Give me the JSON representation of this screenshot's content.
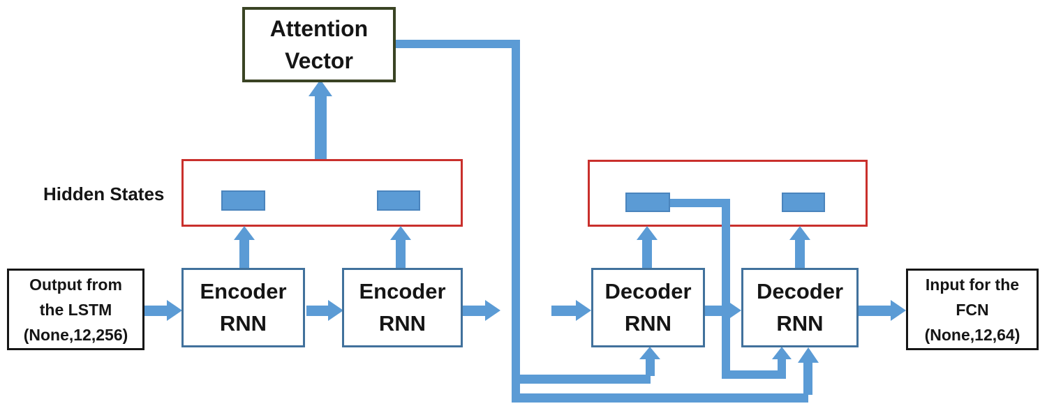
{
  "diagram": {
    "title_hint": "Attention encoder-decoder RNN diagram",
    "attention_box": {
      "line1": "Attention",
      "line2": "Vector"
    },
    "hidden_states_label": "Hidden States",
    "encoder1": {
      "line1": "Encoder",
      "line2": "RNN"
    },
    "encoder2": {
      "line1": "Encoder",
      "line2": "RNN"
    },
    "decoder1": {
      "line1": "Decoder",
      "line2": "RNN"
    },
    "decoder2": {
      "line1": "Decoder",
      "line2": "RNN"
    },
    "lstm_output_box": {
      "line1": "Output from",
      "line2": "the LSTM",
      "line3": "(None,12,256)"
    },
    "fcn_input_box": {
      "line1": "Input for the",
      "line2": "FCN",
      "line3": "(None,12,64)"
    }
  },
  "colors": {
    "connector_blue": "#5b9bd5",
    "connector_blue_border": "#4a84bd",
    "rnn_box_border": "#41719c",
    "hidden_states_frame_red": "#c9302c",
    "attention_box_border": "#3a4424",
    "io_box_border": "#161616",
    "text": "#151515",
    "background": "#ffffff"
  }
}
